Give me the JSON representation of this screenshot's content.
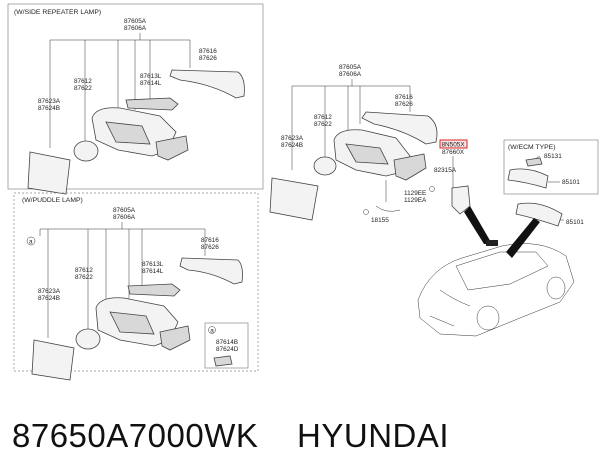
{
  "diagram": {
    "side_repeater": {
      "title": "(W/SIDE REPEATER LAMP)",
      "labels": {
        "p87605a": "87605A",
        "p87606a": "87606A",
        "p87616": "87616",
        "p87626": "87626",
        "p87612": "87612",
        "p87622": "87622",
        "p87613l": "87613L",
        "p87614l": "87614L",
        "p87623a": "87623A",
        "p87624b": "87624B"
      }
    },
    "puddle_lamp": {
      "title": "(W/PUDDLE LAMP)",
      "marker": "a",
      "labels": {
        "p87605a": "87605A",
        "p87606a": "87606A",
        "p87616": "87616",
        "p87626": "87626",
        "p87612": "87612",
        "p87622": "87622",
        "p87613l": "87613L",
        "p87614l": "87614L",
        "p87623a": "87623A",
        "p87624b": "87624B"
      },
      "inset": {
        "marker": "a",
        "p87614b": "87614B",
        "p87624d": "87624D"
      }
    },
    "main_assembly": {
      "labels": {
        "p87605a": "87605A",
        "p87606a": "87606A",
        "p87616": "87616",
        "p87626": "87626",
        "p87612": "87612",
        "p87622": "87622",
        "p87623a": "87623A",
        "p87624b": "87624B",
        "p82315a": "82315A",
        "p1129ee": "1129EE",
        "p1129ea": "1129EA",
        "p18155": "18155",
        "p87660x": "87660X",
        "p85101": "85101"
      },
      "highlight_label": "8N505X"
    },
    "ecm_type": {
      "title": "(W/ECM TYPE)",
      "p85131": "85131",
      "p85101": "85101"
    }
  },
  "caption": {
    "part_number": "87650A7000WK",
    "brand": "HYUNDAI"
  },
  "colors": {
    "highlight_border": "#d41010",
    "highlight_fill": "#fbe3e3",
    "line": "#333333"
  }
}
